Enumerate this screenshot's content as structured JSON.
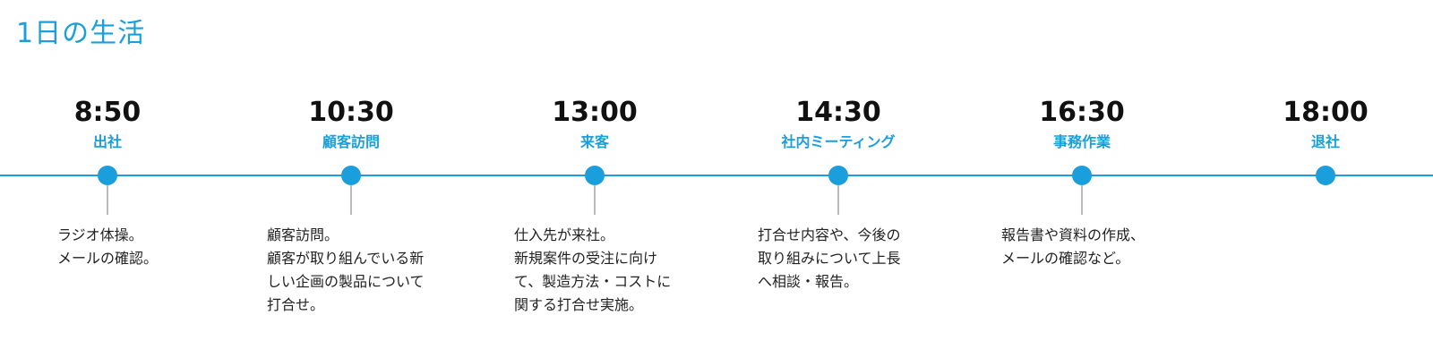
{
  "page": {
    "title": "1日の生活"
  },
  "colors": {
    "accent": "#1a9fdc",
    "stem": "#bbbbbb",
    "text": "#222222"
  },
  "events": [
    {
      "time": "8:50",
      "label": "出社",
      "description": "ラジオ体操。\nメールの確認。"
    },
    {
      "time": "10:30",
      "label": "顧客訪問",
      "description": "顧客訪問。\n顧客が取り組んでいる新\nしい企画の製品について\n打合せ。"
    },
    {
      "time": "13:00",
      "label": "来客",
      "description": "仕入先が来社。\n新規案件の受注に向け\nて、製造方法・コストに\n関する打合せ実施。"
    },
    {
      "time": "14:30",
      "label": "社内ミーティング",
      "description": "打合せ内容や、今後の\n取り組みについて上長\nへ相談・報告。"
    },
    {
      "time": "16:30",
      "label": "事務作業",
      "description": "報告書や資料の作成、\nメールの確認など。"
    },
    {
      "time": "18:00",
      "label": "退社",
      "description": ""
    }
  ]
}
